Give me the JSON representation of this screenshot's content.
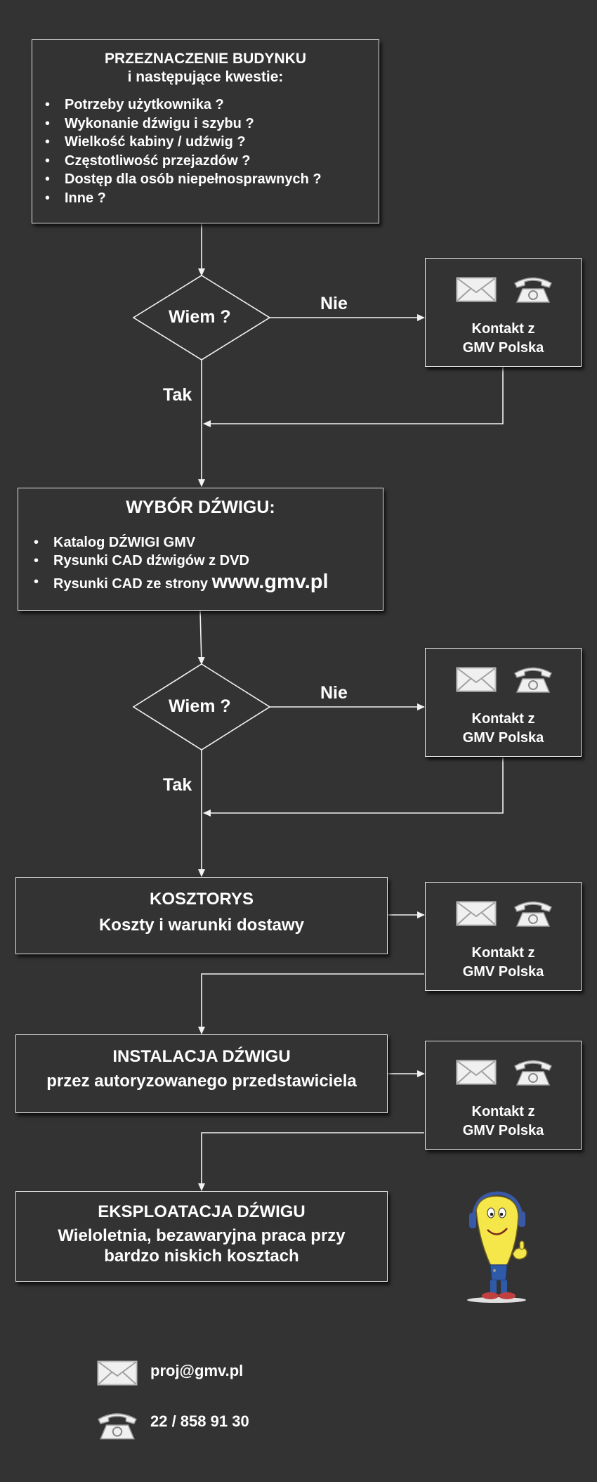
{
  "box1": {
    "title": "PRZEZNACZENIE BUDYNKU",
    "subtitle": "i następujące kwestie:",
    "items": [
      "Potrzeby użytkownika ?",
      "Wykonanie dźwigu i szybu ?",
      "Wielkość kabiny / udźwig ?",
      "Częstotliwość przejazdów ?",
      "Dostęp dla osób niepełnosprawnych ?",
      "Inne ?"
    ]
  },
  "decision1": {
    "label": "Wiem ?",
    "no": "Nie",
    "yes": "Tak"
  },
  "box2": {
    "title": "WYBÓR DŹWIGU:",
    "items": [
      "Katalog DŹWIGI GMV",
      "Rysunki CAD dźwigów z DVD",
      "Rysunki CAD ze strony"
    ],
    "url": "www.gmv.pl"
  },
  "decision2": {
    "label": "Wiem ?",
    "no": "Nie",
    "yes": "Tak"
  },
  "box3": {
    "title": "KOSZTORYS",
    "subtitle": "Koszty i warunki dostawy"
  },
  "box4": {
    "title": "INSTALACJA DŹWIGU",
    "subtitle": "przez autoryzowanego przedstawiciela"
  },
  "box5": {
    "title": "EKSPLOATACJA DŹWIGU",
    "subtitle_line1": "Wieloletnia, bezawaryjna praca przy",
    "subtitle_line2": "bardzo niskich kosztach"
  },
  "contact": {
    "line1": "Kontakt z",
    "line2": "GMV Polska"
  },
  "footer": {
    "email": "proj@gmv.pl",
    "phone": "22 / 858 91 30"
  },
  "icons": [
    "envelope-icon",
    "telephone-icon",
    "mascot-illustration"
  ],
  "colors": {
    "background": "#333333",
    "border": "#e6e6e6",
    "text": "#ffffff",
    "icon": "#e8e8e8"
  }
}
